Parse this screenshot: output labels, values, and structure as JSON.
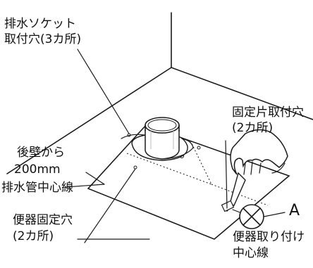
{
  "labels": {
    "socket_holes_l1": "排水ソケット",
    "socket_holes_l2": "取付穴(3カ所)",
    "fixing_piece_holes_l1": "固定片取付穴",
    "fixing_piece_holes_l2": "(2カ所)",
    "rear_wall_l1": "後壁から",
    "rear_wall_l2": "200mm",
    "drain_center": "排水管中心線",
    "toilet_fix_holes_l1": "便器固定穴",
    "toilet_fix_holes_l2": "(2カ所)",
    "marker_a": "A",
    "install_center_l1": "便器取り付け",
    "install_center_l2": "中心線"
  },
  "icons": [
    "drain-socket-icon",
    "hand-icon",
    "screwdriver-icon",
    "circle-x-mark-icon"
  ]
}
